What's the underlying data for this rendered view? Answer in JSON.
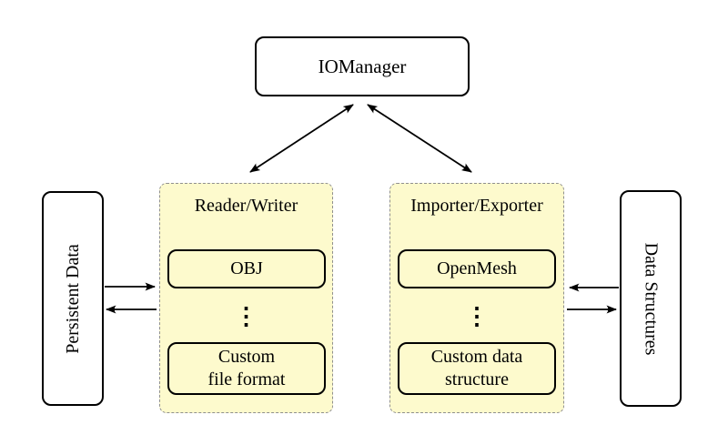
{
  "nodes": {
    "iomanager": "IOManager",
    "persistent_data": "Persistent Data",
    "data_structures": "Data Structures"
  },
  "reader_writer": {
    "title": "Reader/Writer",
    "item_top": "OBJ",
    "ellipsis": "⋮",
    "item_bottom_line1": "Custom",
    "item_bottom_line2": "file format"
  },
  "importer_exporter": {
    "title": "Importer/Exporter",
    "item_top": "OpenMesh",
    "ellipsis": "⋮",
    "item_bottom_line1": "Custom data",
    "item_bottom_line2": "structure"
  },
  "colors": {
    "background": "#ffffff",
    "group_fill": "#fdfacd",
    "group_border": "#8f8f8f",
    "node_fill": "#ffffff",
    "node_border": "#000000",
    "arrow": "#000000"
  },
  "connections": [
    {
      "from": "IOManager",
      "to": "Reader/Writer",
      "direction": "bidirectional"
    },
    {
      "from": "IOManager",
      "to": "Importer/Exporter",
      "direction": "bidirectional"
    },
    {
      "from": "Persistent Data",
      "to": "Reader/Writer",
      "direction": "forward"
    },
    {
      "from": "Reader/Writer",
      "to": "Persistent Data",
      "direction": "forward"
    },
    {
      "from": "Data Structures",
      "to": "Importer/Exporter",
      "direction": "forward"
    },
    {
      "from": "Importer/Exporter",
      "to": "Data Structures",
      "direction": "forward"
    }
  ]
}
